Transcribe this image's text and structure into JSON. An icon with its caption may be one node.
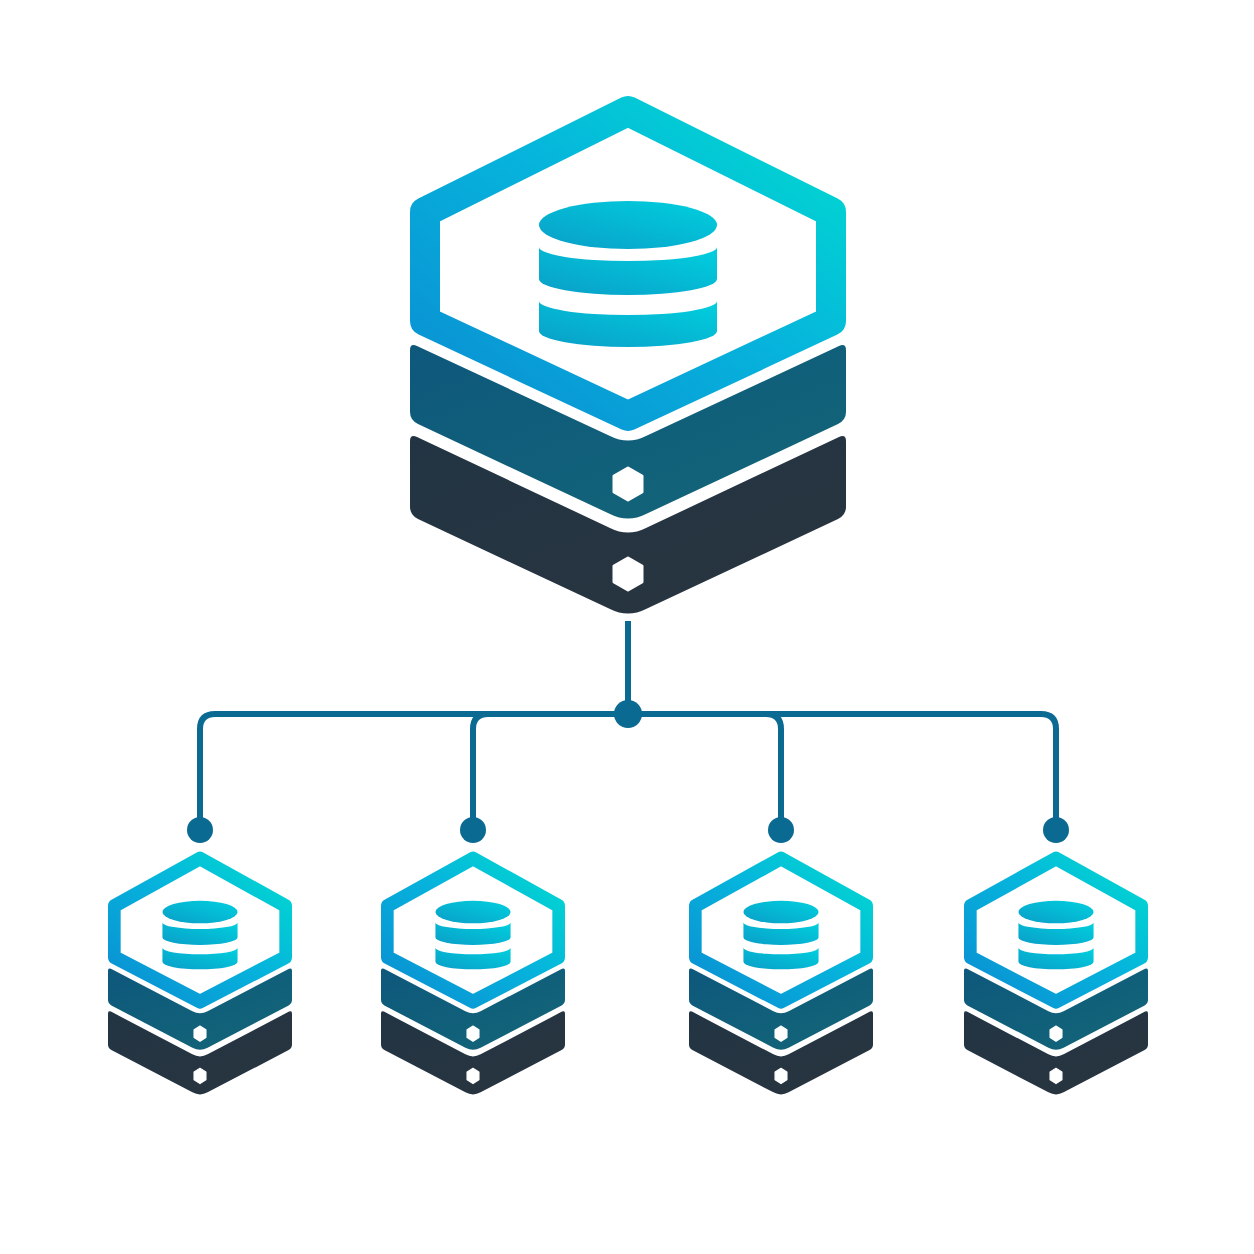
{
  "diagram": {
    "nodes": [
      {
        "text": [],
        "shape": "server"
      },
      {
        "text": [],
        "shape": "server"
      },
      {
        "text": [],
        "shape": "server"
      },
      {
        "text": [],
        "shape": "server"
      },
      {
        "text": [],
        "shape": "server"
      }
    ],
    "edges": [
      {
        "from": 0,
        "to": 1,
        "arrow": "other"
      },
      {
        "from": 0,
        "to": 2,
        "arrow": "other"
      },
      {
        "from": 0,
        "to": 3,
        "arrow": "other"
      },
      {
        "from": 0,
        "to": 4,
        "arrow": "other"
      }
    ]
  }
}
